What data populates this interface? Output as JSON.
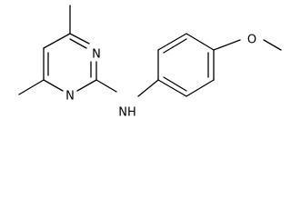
{
  "molecule": {
    "atom_labels": {
      "ring_n_top": "N",
      "ring_n_bottom": "N",
      "amine_nh": "NH",
      "ether_o": "O"
    },
    "colors": {
      "bond": "#000000",
      "label": "#000000",
      "background": "#ffffff"
    }
  }
}
